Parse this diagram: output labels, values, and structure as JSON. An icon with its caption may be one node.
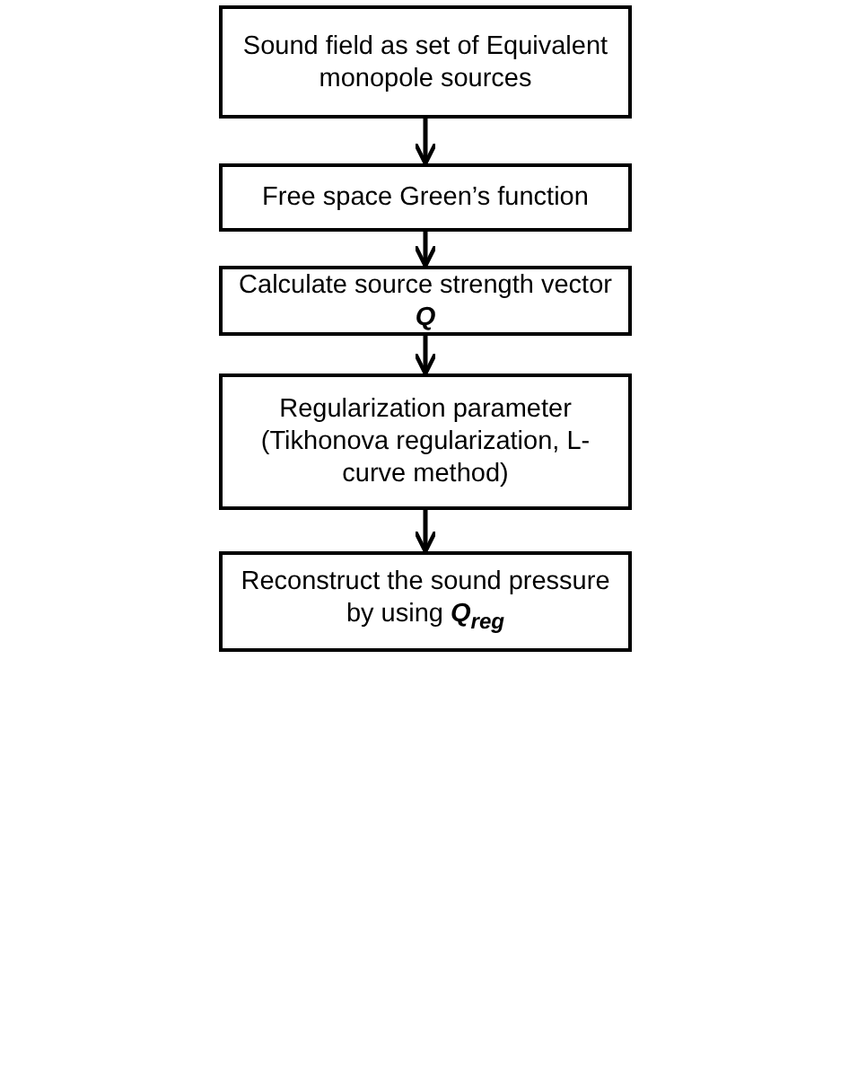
{
  "diagram": {
    "nodes": [
      {
        "text": [
          "Sound field as set of Equivalent monopole sources"
        ]
      },
      {
        "text": [
          "Free space Green’s function"
        ]
      },
      {
        "text": [
          "Calculate source strength vector **Q**"
        ]
      },
      {
        "text": [
          "Regularization parameter (Tikhonova regularization, L-curve method)"
        ]
      },
      {
        "text": [
          "Reconstruct the sound pressure by using **Q$_{reg}$**"
        ]
      }
    ],
    "edges": [
      {
        "from": 0,
        "to": 1,
        "arrow": "to"
      },
      {
        "from": 1,
        "to": 2,
        "arrow": "to"
      },
      {
        "from": 2,
        "to": 3,
        "arrow": "to"
      },
      {
        "from": 3,
        "to": 4,
        "arrow": "to"
      }
    ]
  }
}
